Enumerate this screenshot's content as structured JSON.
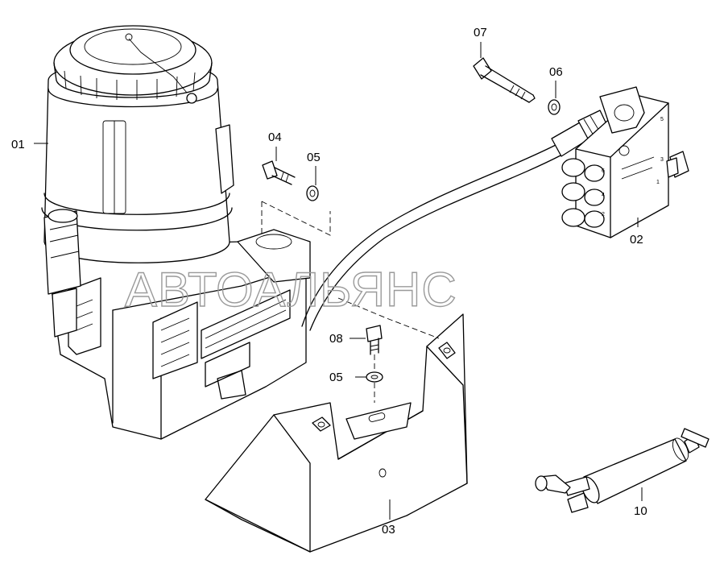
{
  "diagram": {
    "callouts": {
      "p01": "01",
      "p02": "02",
      "p03": "03",
      "p04": "04",
      "p05a": "05",
      "p05b": "05",
      "p06": "06",
      "p07": "07",
      "p08": "08",
      "p10": "10"
    },
    "watermark": "АВТОАЛЬЯНС",
    "block_port_labels": [
      "6",
      "5",
      "3",
      "4",
      "2",
      "1"
    ]
  }
}
